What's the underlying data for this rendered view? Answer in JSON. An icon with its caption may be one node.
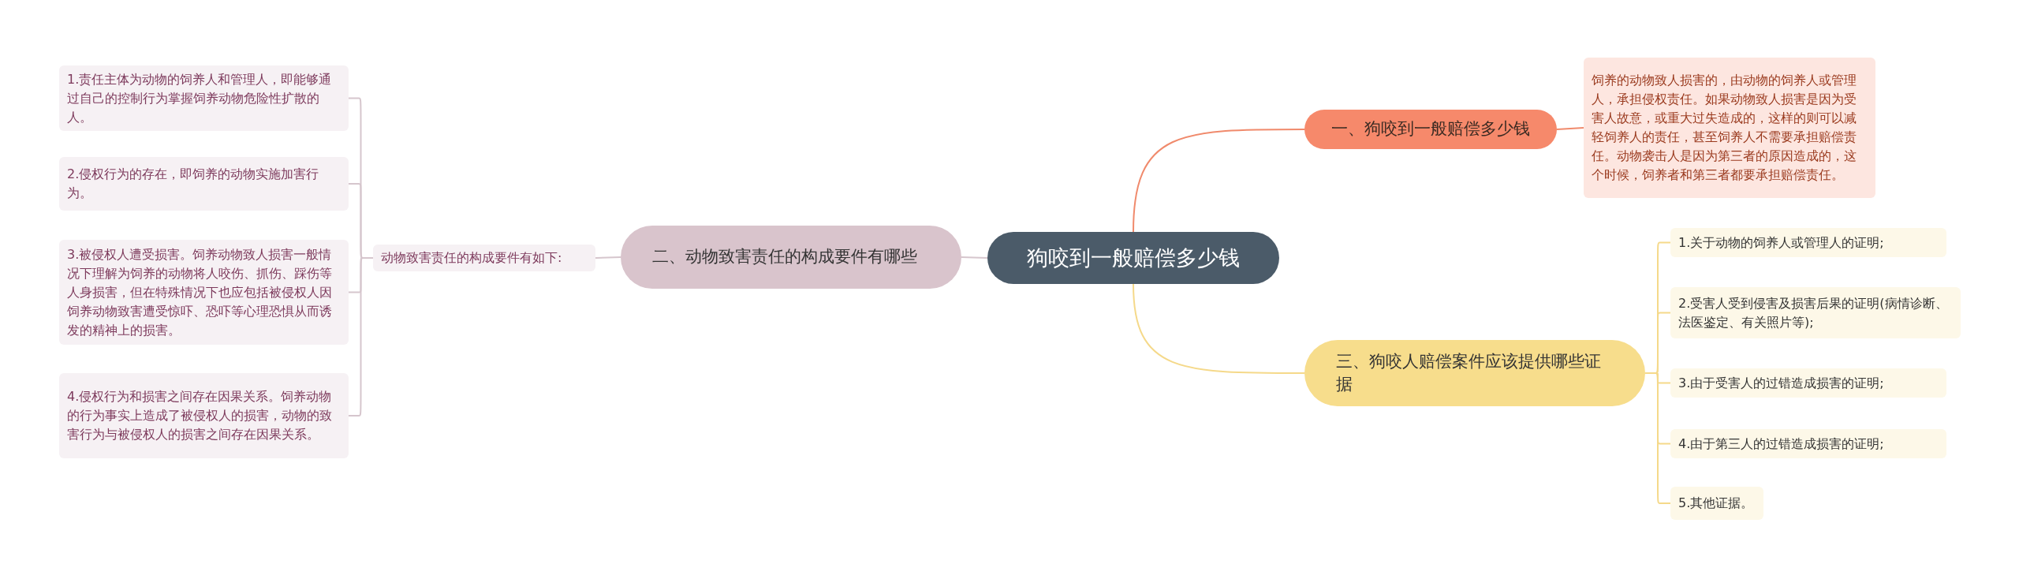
{
  "diagram": {
    "nodes": [
      {
        "text": [
          "狗咬到一般赔偿多少钱"
        ]
      },
      {
        "text": [
          "一、狗咬到一般赔偿多少钱"
        ]
      },
      {
        "text": [
          "饲养的动物致人损害的，由动物的饲养人或管理人，承担侵权责任。如果动物致人损害是因为受害人故意，或重大过失造成的，这样的则可以减轻饲养人的责任，甚至饲养人不需要承担赔偿责任。动物袭击人是因为第三者的原因造成的，这个时候，饲养者和第三者都要承担赔偿责任。"
        ]
      },
      {
        "text": [
          "二、动物致害责任的构成要件有哪些"
        ]
      },
      {
        "text": [
          "动物致害责任的构成要件有如下:"
        ]
      },
      {
        "text": [
          "1.责任主体为动物的饲养人和管理人，即能够通过自己的控制行为掌握饲养动物危险性扩散的人。"
        ]
      },
      {
        "text": [
          "2.侵权行为的存在，即饲养的动物实施加害行为。"
        ]
      },
      {
        "text": [
          "3.被侵权人遭受损害。饲养动物致人损害一般情况下理解为饲养的动物将人咬伤、抓伤、踩伤等人身损害，但在特殊情况下也应包括被侵权人因饲养动物致害遭受惊吓、恐吓等心理恐惧从而诱发的精神上的损害。"
        ]
      },
      {
        "text": [
          "4.侵权行为和损害之间存在因果关系。饲养动物的行为事实上造成了被侵权人的损害，动物的致害行为与被侵权人的损害之间存在因果关系。"
        ]
      },
      {
        "text": [
          "三、狗咬人赔偿案件应该提供哪些证据"
        ]
      },
      {
        "text": [
          "1.关于动物的饲养人或管理人的证明;"
        ]
      },
      {
        "text": [
          "2.受害人受到侵害及损害后果的证明(病情诊断、法医鉴定、有关照片等);"
        ]
      },
      {
        "text": [
          "3.由于受害人的过错造成损害的证明;"
        ]
      },
      {
        "text": [
          "4.由于第三人的过错造成损害的证明;"
        ]
      },
      {
        "text": [
          "5.其他证据。"
        ]
      }
    ],
    "edges": [
      {
        "from": 0,
        "to": 1,
        "arrow": "none",
        "color": "#f08a6c"
      },
      {
        "from": 1,
        "to": 2,
        "arrow": "none",
        "color": "#f08a6c"
      },
      {
        "from": 0,
        "to": 3,
        "arrow": "none",
        "color": "#d6c6cd"
      },
      {
        "from": 3,
        "to": 4,
        "arrow": "none",
        "color": "#d6c6cd"
      },
      {
        "from": 4,
        "to": 5,
        "arrow": "none",
        "color": "#d6c6cd"
      },
      {
        "from": 4,
        "to": 6,
        "arrow": "none",
        "color": "#d6c6cd"
      },
      {
        "from": 4,
        "to": 7,
        "arrow": "none",
        "color": "#d6c6cd"
      },
      {
        "from": 4,
        "to": 8,
        "arrow": "none",
        "color": "#d6c6cd"
      },
      {
        "from": 0,
        "to": 9,
        "arrow": "none",
        "color": "#f5d98a"
      },
      {
        "from": 9,
        "to": 10,
        "arrow": "none",
        "color": "#f5d98a"
      },
      {
        "from": 9,
        "to": 11,
        "arrow": "none",
        "color": "#f5d98a"
      },
      {
        "from": 9,
        "to": 12,
        "arrow": "none",
        "color": "#f5d98a"
      },
      {
        "from": 9,
        "to": 13,
        "arrow": "none",
        "color": "#f5d98a"
      },
      {
        "from": 9,
        "to": 14,
        "arrow": "none",
        "color": "#f5d98a"
      }
    ]
  }
}
